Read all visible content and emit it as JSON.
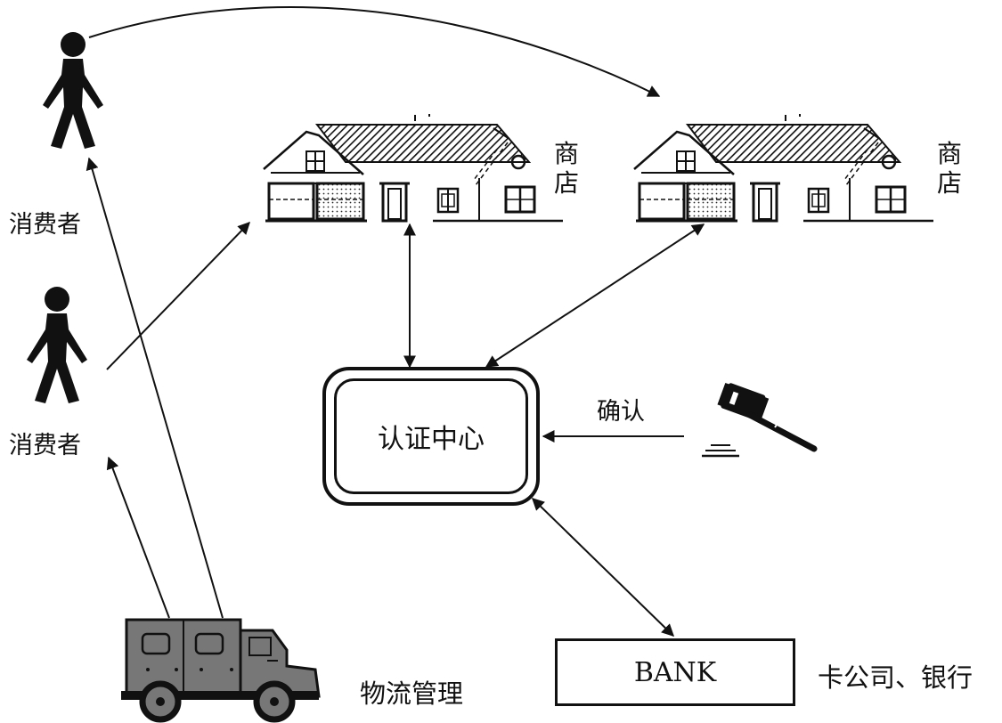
{
  "labels": {
    "consumer_top": "消费者",
    "consumer_mid": "消费者",
    "store_left": "商\n店",
    "store_right": "商\n店",
    "cert_center": "认证中心",
    "confirm": "确认",
    "bank": "BANK",
    "bank_caption": "卡公司、银行",
    "logistics": "物流管理"
  },
  "icons": [
    "person-icon",
    "house-icon",
    "gavel-icon",
    "truck-icon"
  ]
}
